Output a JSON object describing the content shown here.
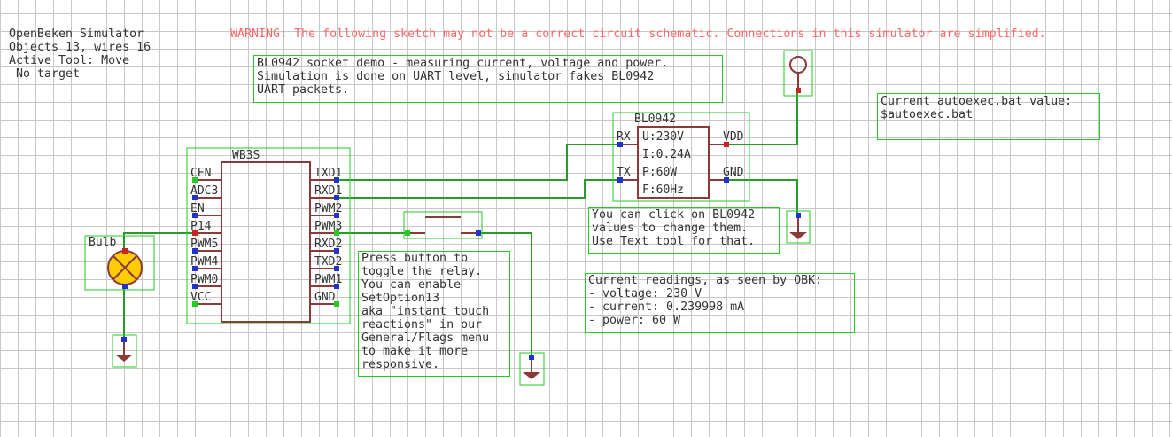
{
  "status": {
    "title": "OpenBeken Simulator",
    "counts": "Objects 13, wires 16",
    "active_tool": "Active Tool: Move",
    "target": " No target"
  },
  "warning": "WARNING: The following sketch may not be a correct circuit schematic. Connections in this simulator are simplified.",
  "notes": {
    "demo": "BL0942 socket demo - measuring current, voltage and power.\nSimulation is done on UART level, simulator fakes BL0942\nUART packets.",
    "autoexec": "Current autoexec.bat value:\n$autoexec.bat",
    "click_hint": "You can click on BL0942\nvalues to change them.\nUse Text tool for that.",
    "relay_hint": "Press button to\ntoggle the relay.\nYou can enable\nSetOption13\naka \"instant touch\nreactions\" in our\nGeneral/Flags menu\nto make it more\nresponsive.",
    "readings": "Current readings, as seen by OBK:\n- voltage: 230 V\n- current: 0.239998 mA\n- power: 60 W"
  },
  "wb3s": {
    "title": "WB3S",
    "left_pins": [
      "CEN",
      "ADC3",
      "EN",
      "P14",
      "PWM5",
      "PWM4",
      "PWM0",
      "VCC"
    ],
    "right_pins": [
      "TXD1",
      "RXD1",
      "PWM2",
      "PWM3",
      "RXD2",
      "TXD2",
      "PWM1",
      "GND"
    ]
  },
  "bl0942": {
    "title": "BL0942",
    "pins": {
      "rx": "RX",
      "tx": "TX",
      "vdd": "VDD",
      "gnd": "GND"
    },
    "values": {
      "voltage": "U:230V",
      "current": "I:0.24A",
      "power": "P:60W",
      "frequency": "F:60Hz"
    }
  },
  "bulb": {
    "label": "Bulb"
  },
  "colors": {
    "grid": "#c8c8c8",
    "selection": "#22cc22",
    "wire": "#2a9a2a",
    "component": "#8b3a3a",
    "warning": "#ff6666",
    "bulb_fill": "#ffcc00"
  }
}
